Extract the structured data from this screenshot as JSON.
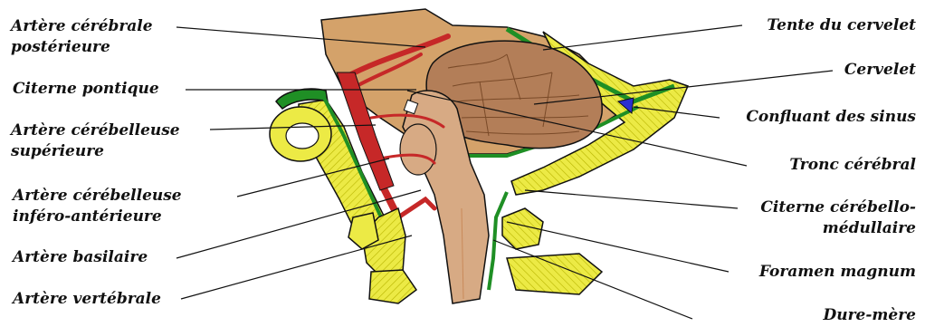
{
  "labels": {
    "left": {
      "posterior_cerebral_artery": {
        "line1": "Artère cérébrale",
        "line2": "postérieure"
      },
      "pontine_cistern": "Citerne pontique",
      "superior_cerebellar_artery": {
        "line1": "Artère cérébelleuse",
        "line2": "supérieure"
      },
      "anterior_inferior_cerebellar_artery": {
        "line1": "Artère cérébelleuse",
        "line2": "inféro-antérieure"
      },
      "basilar_artery": "Artère basilaire",
      "vertebral_artery": "Artère vertébrale"
    },
    "right": {
      "tentorium": "Tente du cervelet",
      "cerebellum": "Cervelet",
      "confluence_of_sinuses": "Confluant des sinus",
      "brainstem": "Tronc cérébral",
      "cerebellomedullary_cistern": {
        "line1": "Citerne cérébello-",
        "line2": "médullaire"
      },
      "foramen_magnum": "Foramen magnum",
      "dura_mater": "Dure-mère"
    }
  },
  "colors": {
    "bone": "#ecea45",
    "bone_hatch": "#b8b400",
    "bone_outline": "#111111",
    "dura_green": "#1f8f25",
    "cerebellum": "#b37e58",
    "cerebellum_lines": "#7a4a28",
    "brainstem": "#d7aa84",
    "brain_tan": "#d4a26a",
    "artery_red": "#c62828",
    "sinus_blue": "#2b2fcf",
    "leader_line": "#111111"
  }
}
